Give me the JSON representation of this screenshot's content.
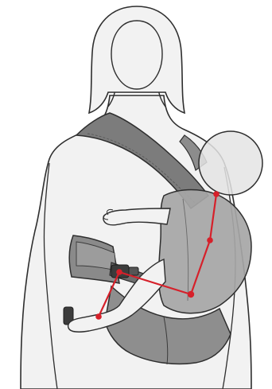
{
  "figure": {
    "kind": "baby carrier fitting illustration",
    "palette": {
      "background": "#ffffff",
      "outline": "#2e2e2e",
      "skin": "#f2f2f2",
      "carrier_dark": "#7c7c7c",
      "carrier_mid": "#9a9a9a",
      "carrier_light": "#b7b7b7",
      "carrier_pouch": "#a6a6a6",
      "buckle": "#3c3c3c",
      "guide_line": "#d6202a"
    },
    "icons": {
      "guide_points": "red-dot",
      "buckle": "side-release-buckle"
    }
  }
}
